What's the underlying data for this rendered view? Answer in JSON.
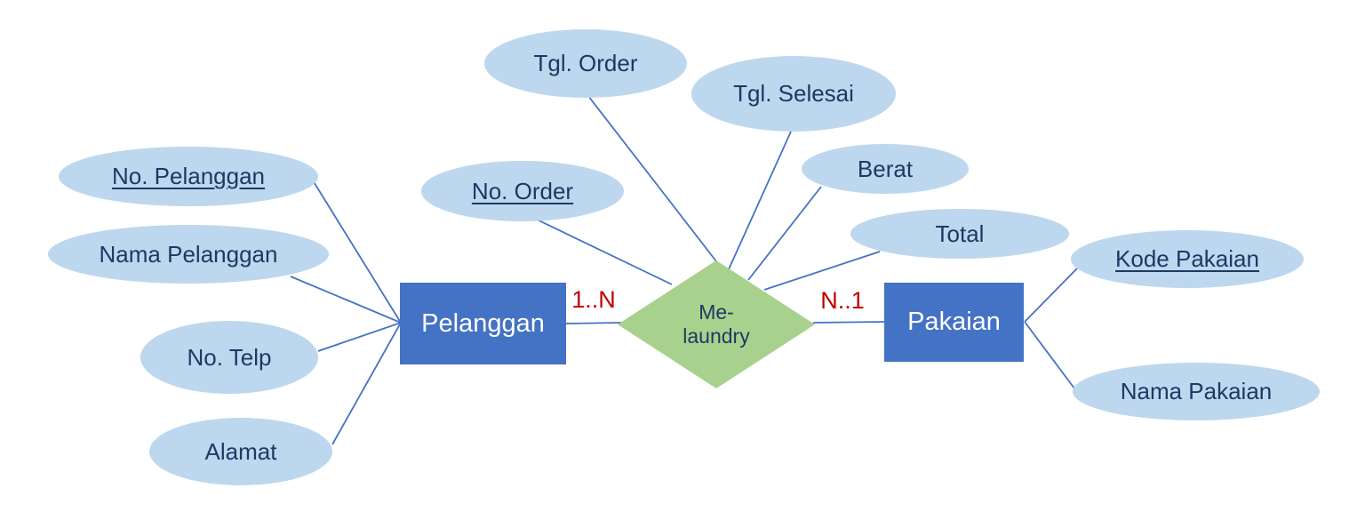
{
  "diagram_type": "entity-relationship",
  "colors": {
    "background": "#FFFFFF",
    "entity_fill": "#4472C4",
    "entity_text": "#FFFFFF",
    "attribute_fill": "#BDD7EE",
    "attribute_text": "#1F3864",
    "relationship_fill": "#A9D18E",
    "relationship_text": "#1F3864",
    "connector": "#4472C4",
    "cardinality_text": "#C00000"
  },
  "entities": {
    "pelanggan": {
      "label": "Pelanggan"
    },
    "pakaian": {
      "label": "Pakaian"
    }
  },
  "relationship": {
    "name_line1": "Me-",
    "name_line2": "laundry",
    "cardinality_pelanggan_side": "1..N",
    "cardinality_pakaian_side": "N..1"
  },
  "attributes": {
    "no_pelanggan": {
      "label": "No. Pelanggan",
      "key": true,
      "owner": "pelanggan"
    },
    "nama_pelanggan": {
      "label": "Nama Pelanggan",
      "key": false,
      "owner": "pelanggan"
    },
    "no_telp": {
      "label": "No. Telp",
      "key": false,
      "owner": "pelanggan"
    },
    "alamat": {
      "label": "Alamat",
      "key": false,
      "owner": "pelanggan"
    },
    "no_order": {
      "label": "No. Order",
      "key": true,
      "owner": "me-laundry"
    },
    "tgl_order": {
      "label": "Tgl. Order",
      "key": false,
      "owner": "me-laundry"
    },
    "tgl_selesai": {
      "label": "Tgl. Selesai",
      "key": false,
      "owner": "me-laundry"
    },
    "berat": {
      "label": "Berat",
      "key": false,
      "owner": "me-laundry"
    },
    "total": {
      "label": "Total",
      "key": false,
      "owner": "me-laundry"
    },
    "kode_pakaian": {
      "label": "Kode Pakaian",
      "key": true,
      "owner": "pakaian"
    },
    "nama_pakaian": {
      "label": "Nama Pakaian",
      "key": false,
      "owner": "pakaian"
    }
  }
}
